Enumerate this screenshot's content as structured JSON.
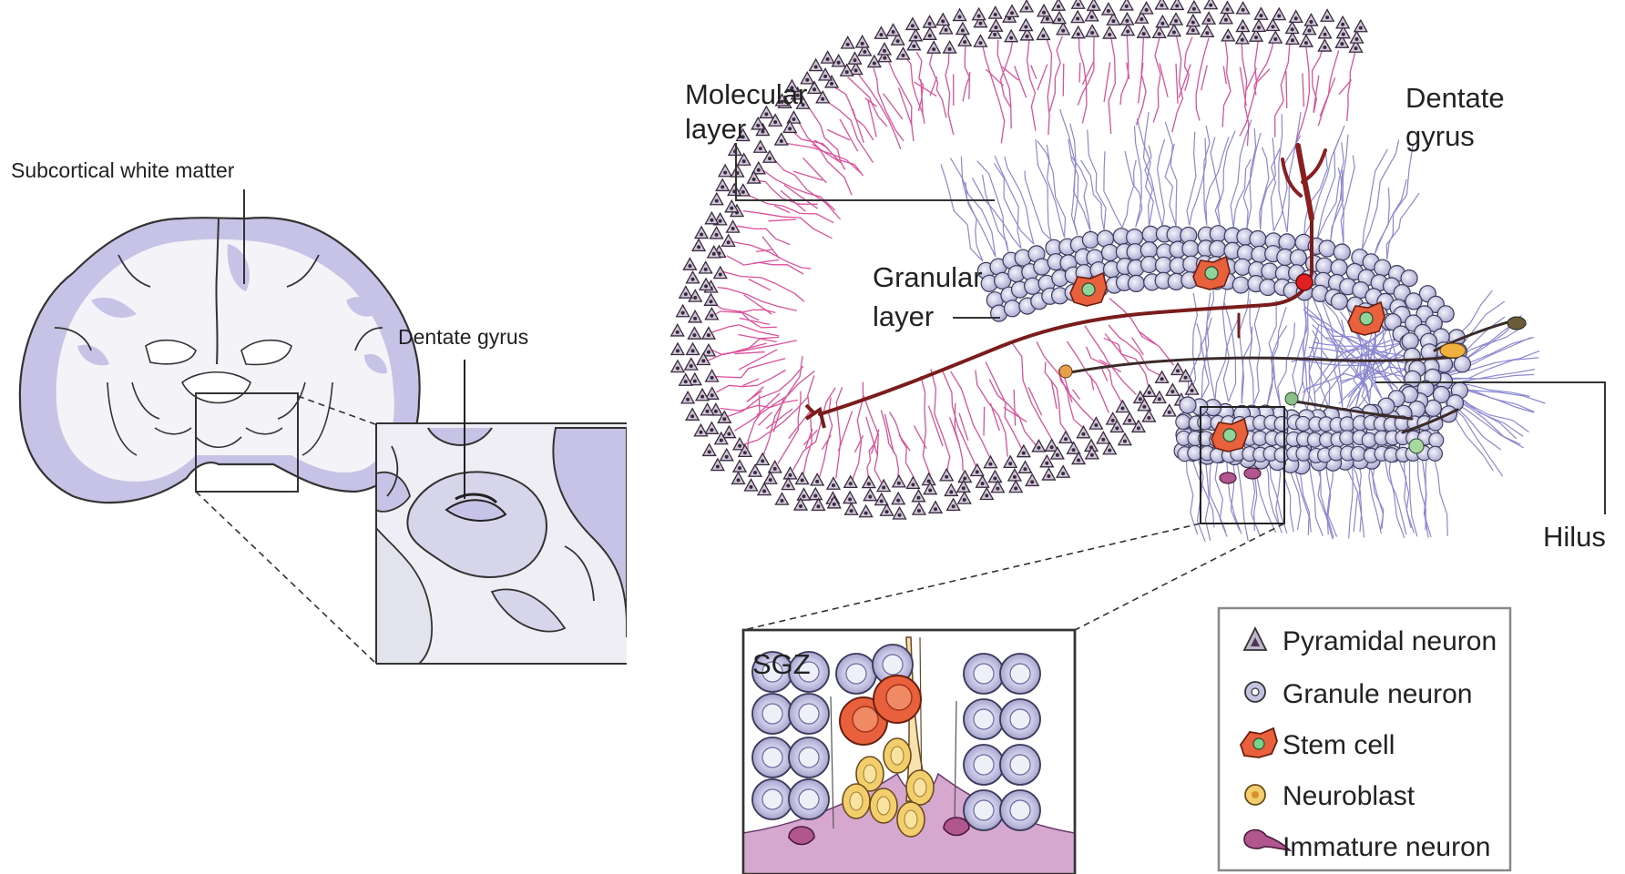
{
  "left_panel": {
    "subcortical_label": "Subcortical white matter",
    "dentate_label": "Dentate gyrus"
  },
  "right_panel": {
    "molecular_label_line1": "Molecular",
    "molecular_label_line2": "layer",
    "dentate_label_line1": "Dentate",
    "dentate_label_line2": "gyrus",
    "granular_label_line1": "Granular",
    "granular_label_line2": "layer",
    "hilus_label": "Hilus",
    "sgz_label": "SGZ"
  },
  "legend": {
    "items": [
      {
        "icon": "triangle-icon",
        "label": "Pyramidal neuron"
      },
      {
        "icon": "granule-cell-icon",
        "label": "Granule neuron"
      },
      {
        "icon": "stem-cell-icon",
        "label": "Stem cell"
      },
      {
        "icon": "neuroblast-icon",
        "label": "Neuroblast"
      },
      {
        "icon": "immature-neuron-icon",
        "label": "Immature neuron"
      }
    ]
  },
  "colors": {
    "brain_fill": "#c7c3e6",
    "brain_inner": "#f2f2f7",
    "pyramidal_dendrite": "#d6338a",
    "granule_dendrite": "#6f6bc7",
    "granule_cell": "#b9b8d8",
    "stem_cell": "#e8603c",
    "neuroblast": "#f2cf6c",
    "immature_neuron": "#b2568f",
    "axon": "#7a1c1c"
  }
}
